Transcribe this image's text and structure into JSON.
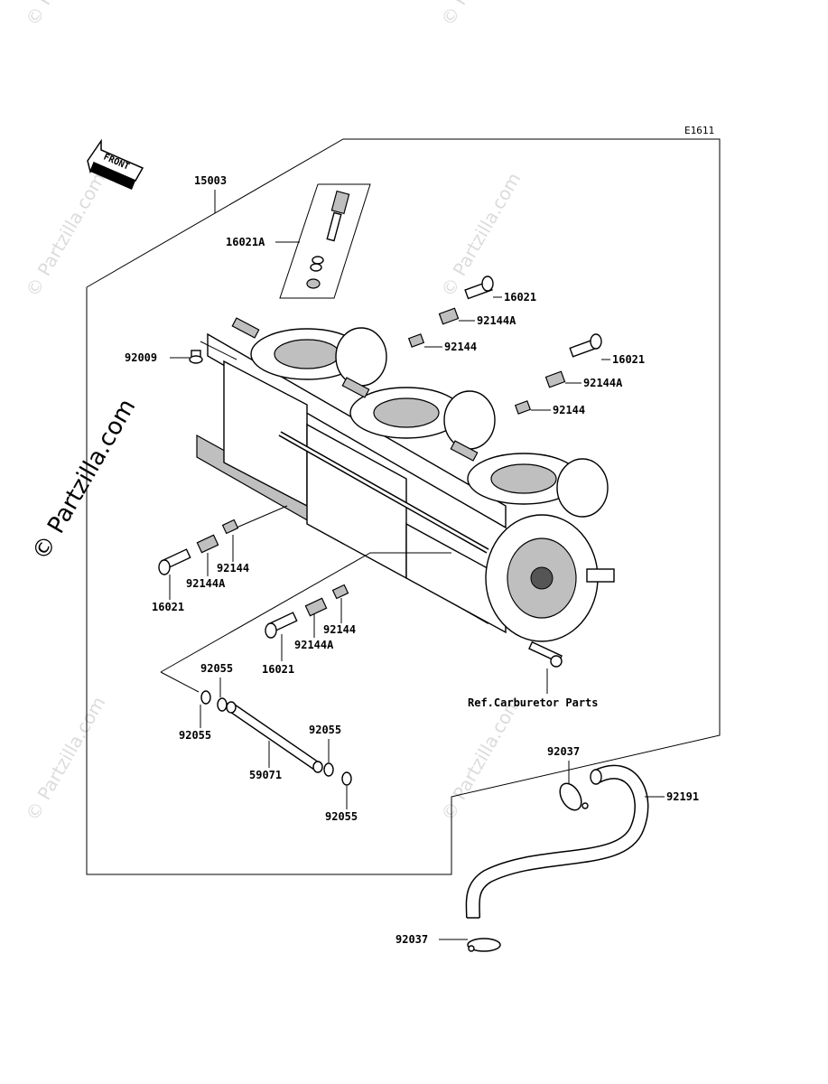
{
  "diagram": {
    "code": "E1611",
    "front_label": "FRONT",
    "reference_label": "Ref.Carburetor Parts",
    "watermark": "© Partzilla.com",
    "callouts": {
      "assembly": "15003",
      "pilot_screw_set": "16021A",
      "screw_top_right_1": "16021",
      "spring_top_right_1": "92144A",
      "spring_top_mid_1": "92144",
      "screw_top_right_2": "16021",
      "spring_top_right_2": "92144A",
      "spring_top_mid_2": "92144",
      "plug_left": "92009",
      "spring_left_1": "92144",
      "spring_left_2": "92144A",
      "screw_left": "16021",
      "spring_lower_1": "92144",
      "spring_lower_2": "92144A",
      "screw_lower": "16021",
      "oring_1": "92055",
      "oring_2": "92055",
      "pipe": "59071",
      "oring_3": "92055",
      "oring_4": "92055",
      "clamp_top": "92037",
      "hose": "92191",
      "clamp_bottom": "92037"
    }
  }
}
